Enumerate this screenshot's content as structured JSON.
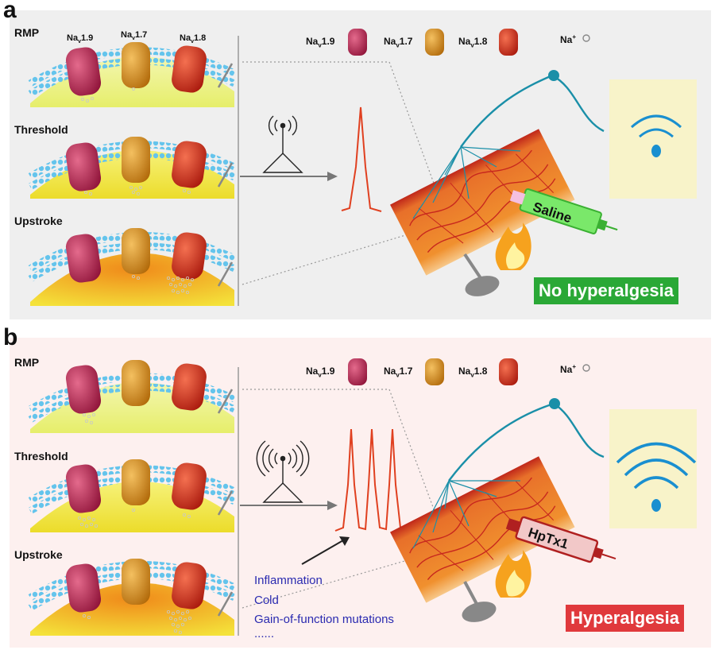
{
  "panels": {
    "a": {
      "letter": "a",
      "rows": [
        "RMP",
        "Threshold",
        "Upstroke"
      ],
      "channel_labels": [
        "Na",
        "v",
        "1.9",
        "Na",
        "v",
        "1.7",
        "Na",
        "v",
        "1.8"
      ],
      "legend": {
        "nav19": {
          "base": "Na",
          "sub": "v",
          "suffix": "1.9"
        },
        "nav17": {
          "base": "Na",
          "sub": "v",
          "suffix": "1.7"
        },
        "nav18": {
          "base": "Na",
          "sub": "v",
          "suffix": "1.8"
        },
        "na_ion": {
          "base": "Na",
          "sup": "+"
        }
      },
      "syringe_label": "Saline",
      "outcome": "No hyperalgesia",
      "outcome_color": "#2aa836"
    },
    "b": {
      "letter": "b",
      "rows": [
        "RMP",
        "Threshold",
        "Upstroke"
      ],
      "legend": {
        "nav19": {
          "base": "Na",
          "sub": "v",
          "suffix": "1.9"
        },
        "nav17": {
          "base": "Na",
          "sub": "v",
          "suffix": "1.7"
        },
        "nav18": {
          "base": "Na",
          "sub": "v",
          "suffix": "1.8"
        },
        "na_ion": {
          "base": "Na",
          "sup": "+"
        }
      },
      "syringe_label": "HpTx1",
      "outcome": "Hyperalgesia",
      "outcome_color": "#e0393c",
      "causes": [
        "Inflammation",
        "Cold",
        "Gain-of-function mutations",
        "......"
      ]
    }
  },
  "colors": {
    "nav19": "#b01e4a",
    "nav17": "#d98a14",
    "nav18": "#d42a1a",
    "membrane": "#5bc0e8",
    "nerve": "#1a8fa8",
    "spike": "#e04020",
    "wifi": "#1a8fd0"
  }
}
